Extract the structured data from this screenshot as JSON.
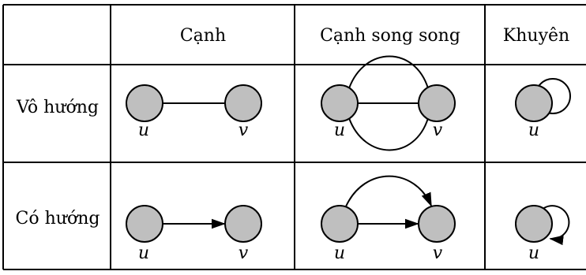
{
  "table": {
    "columns": [
      "Cạnh",
      "Cạnh song song",
      "Khuyên"
    ],
    "rows": [
      "Vô hướng",
      "Có hướng"
    ]
  },
  "node_labels": {
    "first": "u",
    "second": "v"
  },
  "colors": {
    "node_fill": "#bfbfbf",
    "stroke": "#000000",
    "background": "#ffffff"
  }
}
